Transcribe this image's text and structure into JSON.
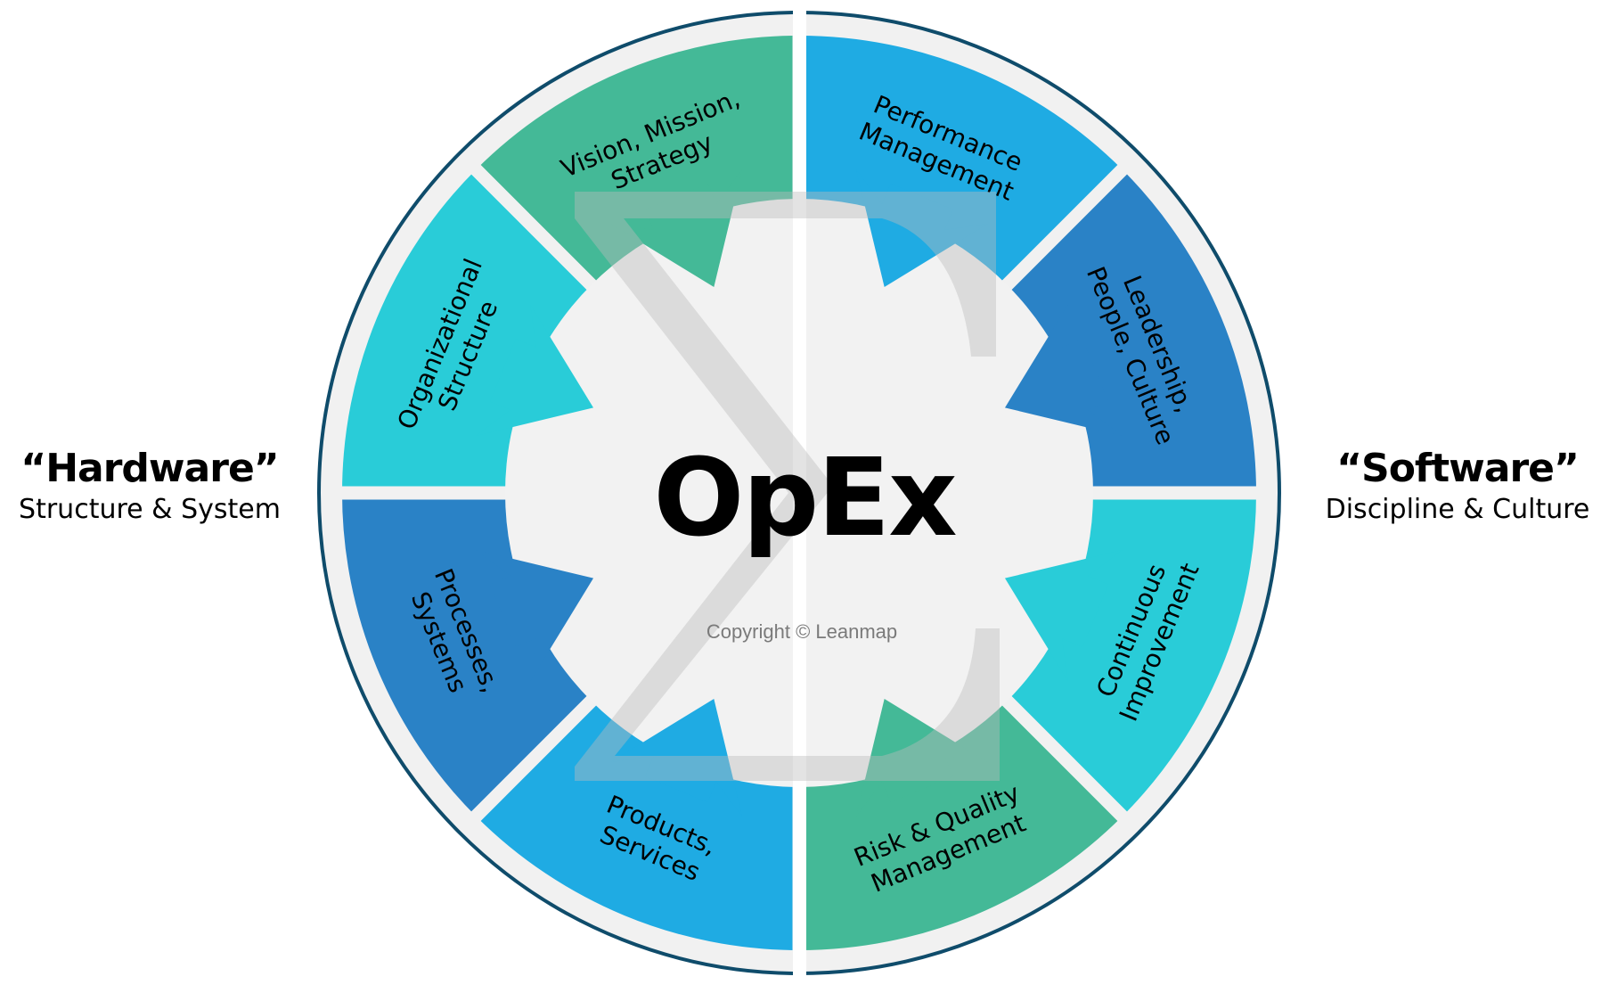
{
  "center": {
    "title": "OpEx",
    "copyright": "Copyright © Leanmap"
  },
  "left_label": {
    "title": "“Hardware”",
    "subtitle": "Structure & System"
  },
  "right_label": {
    "title": "“Software”",
    "subtitle": "Discipline & Culture"
  },
  "segments": [
    {
      "id": "performance-management",
      "lines": [
        "Performance",
        "Management"
      ],
      "color": "#1fabe3"
    },
    {
      "id": "leadership-people-culture",
      "lines": [
        "Leadership,",
        "People, Culture"
      ],
      "color": "#2a82c6"
    },
    {
      "id": "continuous-improvement",
      "lines": [
        "Continuous",
        "Improvement"
      ],
      "color": "#29ccd8"
    },
    {
      "id": "risk-quality-management",
      "lines": [
        "Risk & Quality",
        "Management"
      ],
      "color": "#44b997"
    },
    {
      "id": "products-services",
      "lines": [
        "Products,",
        "Services"
      ],
      "color": "#1fabe3"
    },
    {
      "id": "processes-systems",
      "lines": [
        "Processes,",
        "Systems"
      ],
      "color": "#2a82c6"
    },
    {
      "id": "organizational-structure",
      "lines": [
        "Organizational",
        "Structure"
      ],
      "color": "#29ccd8"
    },
    {
      "id": "vision-mission-strategy",
      "lines": [
        "Vision, Mission,",
        "Strategy"
      ],
      "color": "#44b997"
    }
  ],
  "colors": {
    "outer_stroke": "#0f4c6b",
    "ring_background": "#f1f1f1",
    "inner_circle": "#f2f2f2",
    "watermark": "#c8c8c8"
  },
  "watermark": {
    "symbol": "sigma"
  }
}
